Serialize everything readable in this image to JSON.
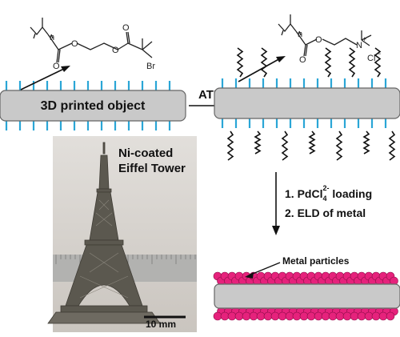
{
  "labels": {
    "object": "3D printed object",
    "atrp": "ATRP",
    "photo_title_line1": "Ni-coated",
    "photo_title_line2": "Eiffel Tower",
    "scale_bar": "10 mm",
    "step1_prefix": "1. PdCl",
    "step1_sub": "4",
    "step1_sup": "2-",
    "step1_suffix": " loading",
    "step2": "2. ELD of metal",
    "metal_particles": "Metal particles"
  },
  "chemistry": {
    "left_polymer": {
      "repeat_index": "n",
      "bromide": "Br"
    },
    "right_polymer": {
      "repeat_index": "n",
      "ammonium": "N",
      "charge": "+",
      "counterion": "Cl",
      "counterion_charge": "−"
    }
  },
  "colors": {
    "slab_fill": "#c9c9c9",
    "slab_stroke": "#666666",
    "tick": "#2aa6d6",
    "particle": "#e6227c",
    "particle_stroke": "#8c0f48",
    "photo_background": "#d7d2cc",
    "tower": "#5b584f",
    "ruler": "#b2b2b0"
  }
}
